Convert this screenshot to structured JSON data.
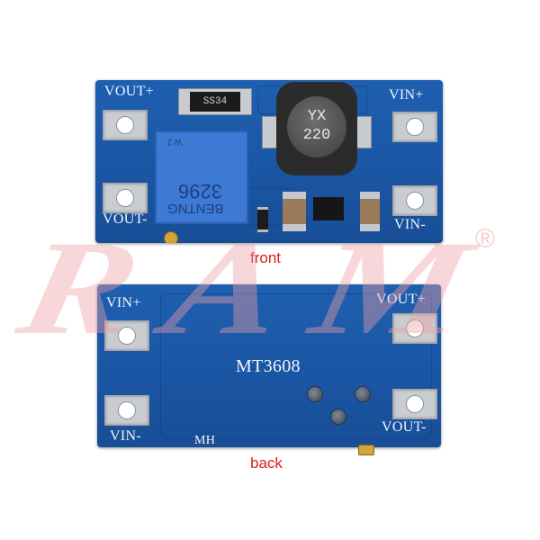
{
  "watermark": {
    "text": "RAM",
    "registered_mark": "®"
  },
  "front": {
    "caption": "front",
    "labels": {
      "vout_plus": "VOUT+",
      "vout_minus": "VOUT-",
      "vin_plus": "VIN+",
      "vin_minus": "VIN-"
    },
    "diode_marking": "SS34",
    "inductor_marking_line1": "YX",
    "inductor_marking_line2": "220",
    "pot_marking_1": "3296",
    "pot_marking_2": "BENTNG",
    "pot_marking_3": "W 2"
  },
  "back": {
    "caption": "back",
    "labels": {
      "vin_plus": "VIN+",
      "vin_minus": "VIN-",
      "vout_plus": "VOUT+",
      "vout_minus": "VOUT-",
      "mh": "MH"
    },
    "chip_label": "MT3608"
  },
  "colors": {
    "pcb_blue": "#1a55a3",
    "caption_red": "#d81f1f",
    "watermark_pink": "#f2c7c9"
  }
}
